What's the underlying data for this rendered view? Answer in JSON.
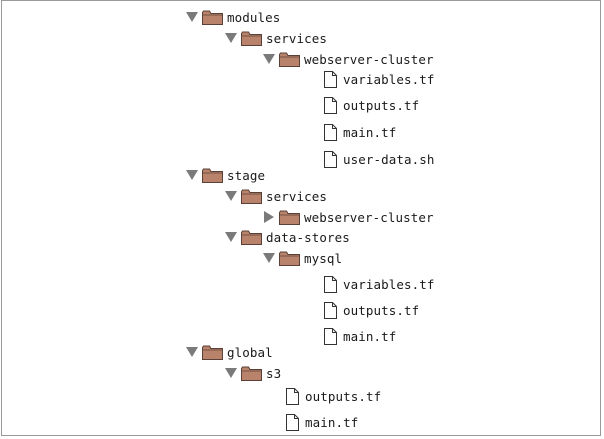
{
  "tree": {
    "modules": {
      "label": "modules",
      "services": {
        "label": "services",
        "webserver_cluster": {
          "label": "webserver-cluster",
          "files": [
            "variables.tf",
            "outputs.tf",
            "main.tf",
            "user-data.sh"
          ]
        }
      }
    },
    "stage": {
      "label": "stage",
      "services": {
        "label": "services",
        "webserver_cluster": {
          "label": "webserver-cluster"
        }
      },
      "data_stores": {
        "label": "data-stores",
        "mysql": {
          "label": "mysql",
          "files": [
            "variables.tf",
            "outputs.tf",
            "main.tf"
          ]
        }
      }
    },
    "global": {
      "label": "global",
      "s3": {
        "label": "s3",
        "files": [
          "outputs.tf",
          "main.tf"
        ]
      }
    }
  },
  "colors": {
    "folder_fill": "#b9826b",
    "folder_stroke": "#5a4036",
    "arrow": "#7a7a7a",
    "file_stroke": "#333333"
  },
  "icons": {
    "expanded": "triangle-down-icon",
    "collapsed": "triangle-right-icon",
    "folder": "folder-icon",
    "file": "file-icon"
  }
}
